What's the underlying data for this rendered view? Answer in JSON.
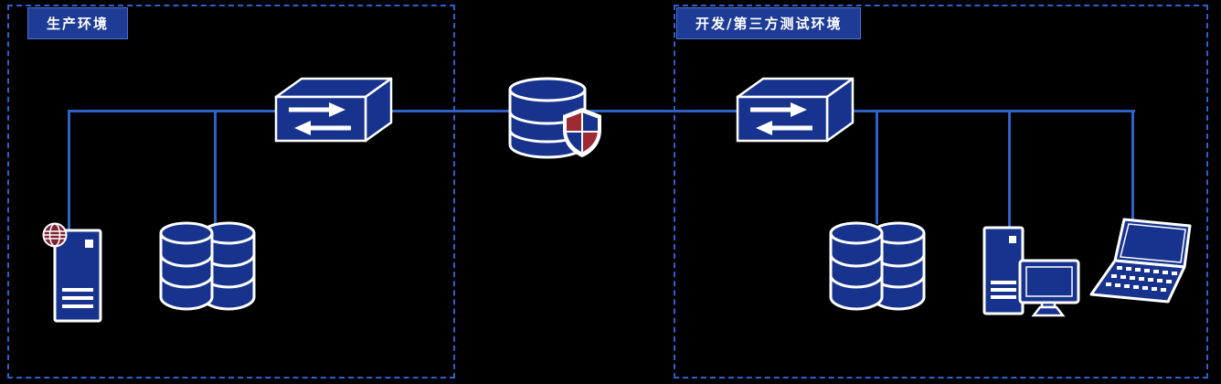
{
  "zones": {
    "production": {
      "label": "生产环境"
    },
    "dev_test": {
      "label": "开发/第三方测试环境"
    }
  },
  "nodes": [
    {
      "id": "prod-switch",
      "icon": "switch-icon",
      "zone": "production"
    },
    {
      "id": "prod-app-server",
      "icon": "server-globe-icon",
      "zone": "production"
    },
    {
      "id": "prod-database",
      "icon": "database-cluster-icon",
      "zone": "production"
    },
    {
      "id": "data-security-database",
      "icon": "database-shield-icon",
      "zone": "between"
    },
    {
      "id": "dev-switch",
      "icon": "switch-icon",
      "zone": "dev_test"
    },
    {
      "id": "dev-database",
      "icon": "database-cluster-icon",
      "zone": "dev_test"
    },
    {
      "id": "dev-workstation",
      "icon": "desktop-pc-icon",
      "zone": "dev_test"
    },
    {
      "id": "dev-laptop",
      "icon": "laptop-icon",
      "zone": "dev_test"
    }
  ],
  "colors": {
    "background": "#000000",
    "device_fill": "#17338E",
    "device_stroke": "#FFFFFF",
    "connector": "#2E62C6",
    "zone_border": "#2F5FD0",
    "label_bg": "#1E3C96",
    "label_text": "#FFFFFF",
    "shield_red": "#9E2B33",
    "globe_red": "#7C2433"
  }
}
